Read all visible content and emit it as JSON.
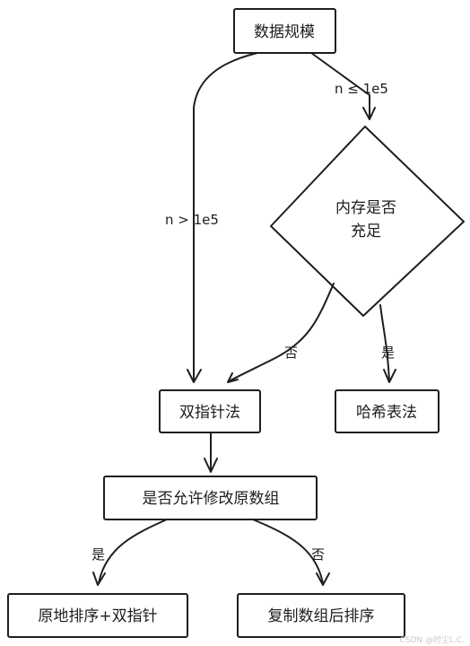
{
  "nodes": {
    "data_scale": "数据规模",
    "memory_line1": "内存是否",
    "memory_line2": "充足",
    "two_pointer": "双指针法",
    "hash_table": "哈希表法",
    "modify_allowed": "是否允许修改原数组",
    "inplace_sort": "原地排序+双指针",
    "copy_sort": "复制数组后排序"
  },
  "edges": {
    "n_small": "n ≤ 1e5",
    "n_large": "n > 1e5",
    "mem_no": "否",
    "mem_yes": "是",
    "modify_yes": "是",
    "modify_no": "否"
  },
  "watermark": "CSDN @时尘L.C."
}
